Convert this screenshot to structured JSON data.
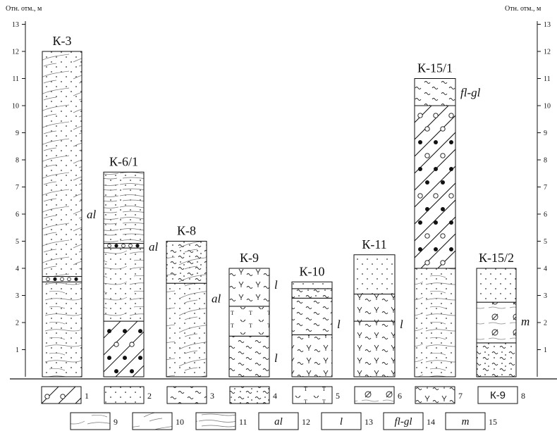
{
  "axis": {
    "left_title": "Отн. отм., м",
    "right_title": "Отн. отм., м",
    "ticks": [
      "1",
      "2",
      "3",
      "4",
      "5",
      "6",
      "7",
      "8",
      "9",
      "10",
      "11",
      "12",
      "13"
    ]
  },
  "columns": [
    {
      "id": "col-k3",
      "title": "К-3",
      "genesis": "al",
      "genesis_at": 6.0,
      "layers": [
        {
          "from": 0,
          "to": 3.5,
          "pattern": "p2",
          "lines": "c9"
        },
        {
          "from": 3.5,
          "to": 3.7,
          "pattern": "p1dots"
        },
        {
          "from": 3.7,
          "to": 12.0,
          "pattern": "p2",
          "lines": "c10"
        }
      ]
    },
    {
      "id": "col-k61",
      "title": "К-6/1",
      "genesis": "al",
      "genesis_at": 4.8,
      "layers": [
        {
          "from": 0,
          "to": 2.05,
          "pattern": "p1"
        },
        {
          "from": 2.05,
          "to": 4.75,
          "pattern": "p2",
          "lines": "c9"
        },
        {
          "from": 4.75,
          "to": 4.92,
          "pattern": "p1dots"
        },
        {
          "from": 4.92,
          "to": 7.55,
          "pattern": "p2",
          "lines": "c11"
        }
      ]
    },
    {
      "id": "col-k8",
      "title": "К-8",
      "genesis": "al",
      "genesis_at": 2.9,
      "layers": [
        {
          "from": 0,
          "to": 3.45,
          "pattern": "p2",
          "lines": "c10"
        },
        {
          "from": 3.45,
          "to": 5.0,
          "pattern": "p4",
          "lines": "c10"
        }
      ]
    },
    {
      "id": "col-k9",
      "title": "К-9",
      "genesis": "l",
      "genesis_at": 3.4,
      "genesis2": "l",
      "genesis2_at": 0.7,
      "layers": [
        {
          "from": 0,
          "to": 1.5,
          "pattern": "p3"
        },
        {
          "from": 1.5,
          "to": 2.6,
          "pattern": "p5"
        },
        {
          "from": 2.6,
          "to": 4.0,
          "pattern": "p7"
        }
      ]
    },
    {
      "id": "col-k10",
      "title": "К-10",
      "genesis": "l",
      "genesis_at": 1.95,
      "layers": [
        {
          "from": 0,
          "to": 1.55,
          "pattern": "p7"
        },
        {
          "from": 1.55,
          "to": 2.9,
          "pattern": "p3"
        },
        {
          "from": 2.9,
          "to": 3.25,
          "pattern": "p4"
        },
        {
          "from": 3.25,
          "to": 3.5,
          "pattern": "p2"
        }
      ]
    },
    {
      "id": "col-k11",
      "title": "К-11",
      "genesis": "l",
      "genesis_at": 1.95,
      "layers": [
        {
          "from": 0,
          "to": 2.05,
          "pattern": "p7"
        },
        {
          "from": 2.05,
          "to": 3.05,
          "pattern": "p7"
        },
        {
          "from": 3.05,
          "to": 4.5,
          "pattern": "p2"
        }
      ]
    },
    {
      "id": "col-k151",
      "title": "К-15/1",
      "genesis": "fl-gl",
      "genesis_at": 10.5,
      "layers": [
        {
          "from": 0,
          "to": 4.0,
          "pattern": "p2",
          "lines": "c9"
        },
        {
          "from": 4.0,
          "to": 10.0,
          "pattern": "p1"
        },
        {
          "from": 10.0,
          "to": 11.0,
          "pattern": "p3"
        }
      ]
    },
    {
      "id": "col-k152",
      "title": "К-15/2",
      "genesis": "m",
      "genesis_at": 2.05,
      "layers": [
        {
          "from": 0,
          "to": 1.25,
          "pattern": "p4"
        },
        {
          "from": 1.25,
          "to": 2.75,
          "pattern": "p6"
        },
        {
          "from": 2.75,
          "to": 4.0,
          "pattern": "p2"
        }
      ]
    }
  ],
  "legend": {
    "row1": [
      {
        "key": "1",
        "pattern": "p1"
      },
      {
        "key": "2",
        "pattern": "p2"
      },
      {
        "key": "3",
        "pattern": "p3"
      },
      {
        "key": "4",
        "pattern": "p4"
      },
      {
        "key": "5",
        "pattern": "p5"
      },
      {
        "key": "6",
        "pattern": "p6"
      },
      {
        "key": "7",
        "pattern": "p7"
      },
      {
        "key": "8",
        "text": "К-9"
      }
    ],
    "row2": [
      {
        "key": "9",
        "pattern": "c9"
      },
      {
        "key": "10",
        "pattern": "c10"
      },
      {
        "key": "11",
        "pattern": "c11"
      },
      {
        "key": "12",
        "text": "al"
      },
      {
        "key": "13",
        "text": "l"
      },
      {
        "key": "14",
        "text": "fl-gl"
      },
      {
        "key": "15",
        "text": "m"
      }
    ]
  }
}
